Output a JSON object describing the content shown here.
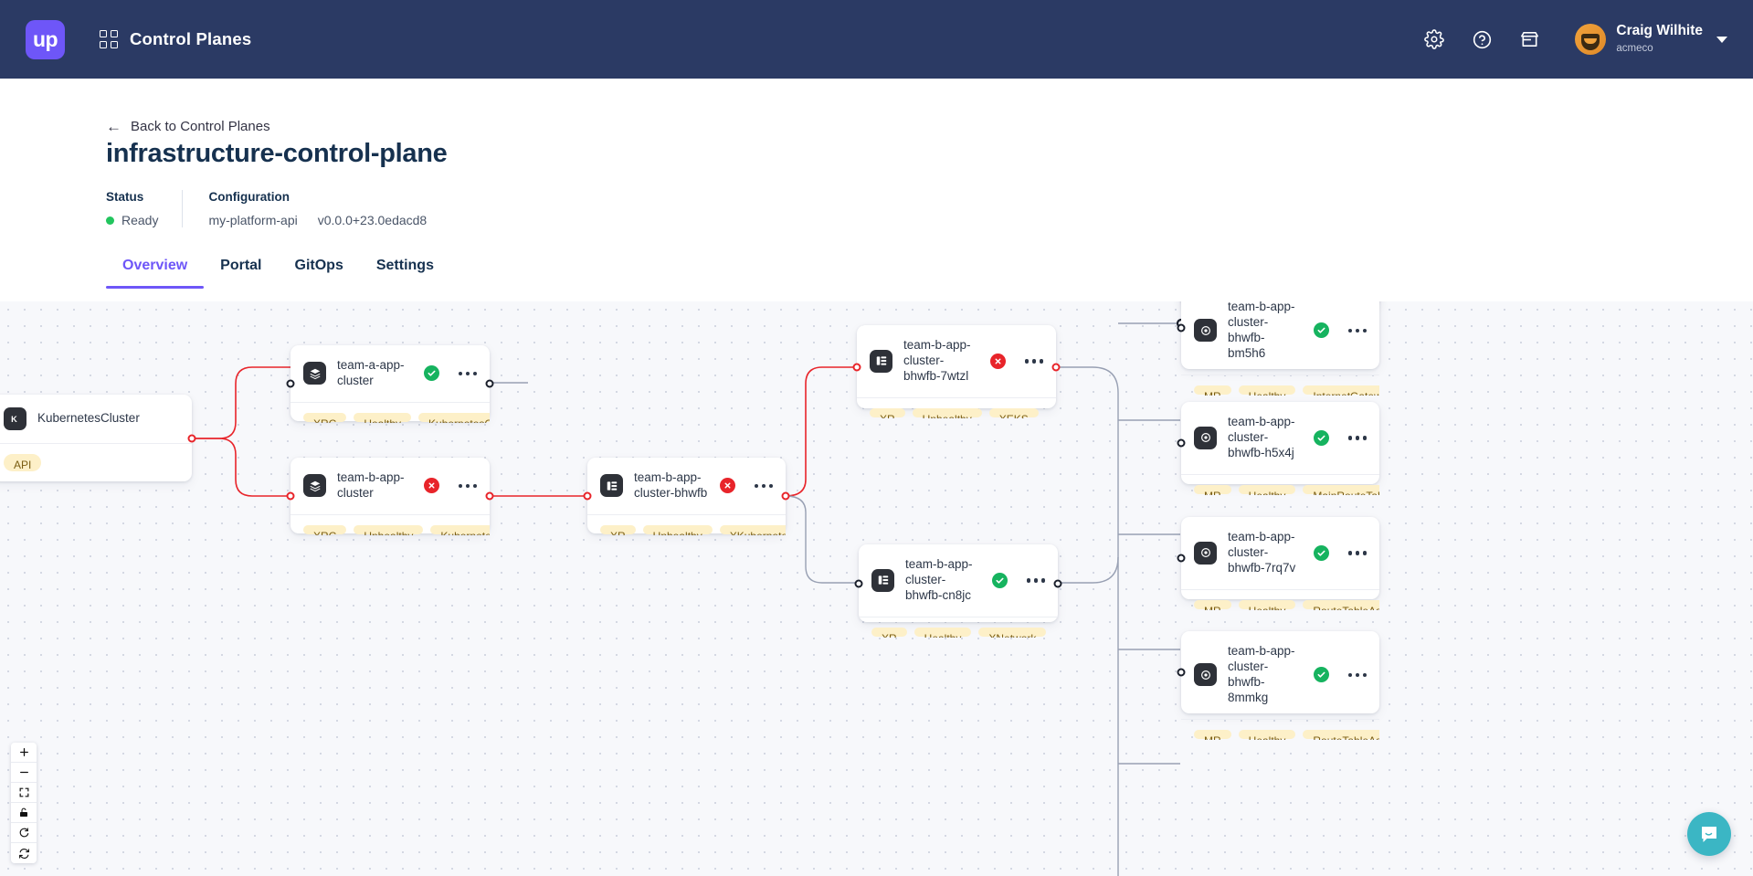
{
  "topnav": {
    "logo_text": "up",
    "title": "Control Planes",
    "icons": [
      "gear-icon",
      "help-icon",
      "marketplace-icon"
    ],
    "user": {
      "name": "Craig Wilhite",
      "org": "acmeco"
    }
  },
  "page": {
    "back_label": "Back to Control Planes",
    "title": "infrastructure-control-plane",
    "status_label": "Status",
    "status_value": "Ready",
    "status_color": "#22c55e",
    "config_label": "Configuration",
    "config_name": "my-platform-api",
    "config_version": "v0.0.0+23.0edacd8",
    "tabs": [
      {
        "label": "Overview",
        "active": true
      },
      {
        "label": "Portal",
        "active": false
      },
      {
        "label": "GitOps",
        "active": false
      },
      {
        "label": "Settings",
        "active": false
      }
    ],
    "accent_color": "#6e56f8"
  },
  "graph": {
    "nodes": [
      {
        "id": "root",
        "name": "KubernetesCluster",
        "icon": "k-letter-icon",
        "status": "none",
        "tags": [
          "API"
        ]
      },
      {
        "id": "teama",
        "name": "team-a-app-cluster",
        "icon": "layers-icon",
        "status": "healthy",
        "tags": [
          "XRC",
          "Healthy",
          "KubernetesCluster"
        ]
      },
      {
        "id": "teamb",
        "name": "team-b-app-cluster",
        "icon": "layers-icon",
        "status": "unhealthy",
        "tags": [
          "XRC",
          "Unhealthy",
          "KubernetesCluster"
        ]
      },
      {
        "id": "bhwfb",
        "name": "team-b-app-cluster-bhwfb",
        "icon": "resource-icon",
        "status": "unhealthy",
        "tags": [
          "XR",
          "Unhealthy",
          "XKubernetesCluster"
        ]
      },
      {
        "id": "7wtzl",
        "name": "team-b-app-cluster-bhwfb-7wtzl",
        "icon": "resource-icon",
        "status": "unhealthy",
        "tags": [
          "XR",
          "Unhealthy",
          "XEKS"
        ]
      },
      {
        "id": "cn8jc",
        "name": "team-b-app-cluster-bhwfb-cn8jc",
        "icon": "resource-icon",
        "status": "healthy",
        "tags": [
          "XR",
          "Healthy",
          "XNetwork"
        ]
      },
      {
        "id": "bm5h6",
        "name": "team-b-app-cluster-bhwfb-bm5h6",
        "icon": "managed-icon",
        "status": "healthy",
        "tags": [
          "MR",
          "Healthy",
          "InternetGateway"
        ]
      },
      {
        "id": "h5x4j",
        "name": "team-b-app-cluster-bhwfb-h5x4j",
        "icon": "managed-icon",
        "status": "healthy",
        "tags": [
          "MR",
          "Healthy",
          "MainRouteTableAssociation"
        ]
      },
      {
        "id": "7rq7v",
        "name": "team-b-app-cluster-bhwfb-7rq7v",
        "icon": "managed-icon",
        "status": "healthy",
        "tags": [
          "MR",
          "Healthy",
          "RouteTableAssociation"
        ]
      },
      {
        "id": "8mmkg",
        "name": "team-b-app-cluster-bhwfb-8mmkg",
        "icon": "managed-icon",
        "status": "healthy",
        "tags": [
          "MR",
          "Healthy",
          "RouteTableAssociation"
        ]
      }
    ],
    "tag_color": "#fdf0c8",
    "healthy_color": "#16b35f",
    "unhealthy_color": "#e8242a"
  },
  "toolbar": {
    "buttons": [
      "zoom-in-icon",
      "zoom-out-icon",
      "fit-view-icon",
      "lock-icon",
      "reset-icon",
      "sync-icon"
    ]
  },
  "chat": {
    "icon": "chat-bubble-icon",
    "color": "#3bb6c4"
  }
}
